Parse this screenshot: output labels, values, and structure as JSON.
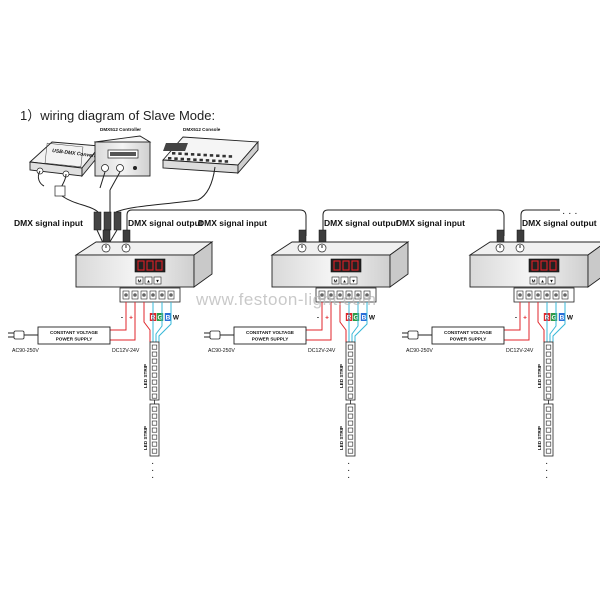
{
  "heading": "1）wiring  diagram of Slave Mode:",
  "devices": {
    "usb_dmx": "USB-DMX Converter",
    "dmx512_controller": "DMX512 Controller",
    "dmx512_console": "DMX512 Console"
  },
  "units": [
    {
      "dmx_input": "DMX signal input",
      "dmx_output": "DMX signal output",
      "power_supply": "CONSTANT VOLTAGE POWER SUPPLY",
      "ac_label": "AC90-250V",
      "dc_label": "DC12V-24V",
      "strip_label": "LED STRIP",
      "terminal_labels": [
        "-",
        "+",
        "R",
        "G",
        "B",
        "W"
      ],
      "button_labels": [
        "M",
        "▲",
        "▼"
      ]
    },
    {
      "dmx_input": "DMX signal input",
      "dmx_output": "DMX signal output",
      "power_supply": "CONSTANT VOLTAGE POWER SUPPLY",
      "ac_label": "AC90-250V",
      "dc_label": "DC12V-24V",
      "strip_label": "LED STRIP",
      "terminal_labels": [
        "-",
        "+",
        "R",
        "G",
        "B",
        "W"
      ],
      "button_labels": [
        "M",
        "▲",
        "▼"
      ]
    },
    {
      "dmx_input": "DMX signal input",
      "dmx_output": "DMX signal output",
      "power_supply": "CONSTANT VOLTAGE POWER SUPPLY",
      "ac_label": "AC90-250V",
      "dc_label": "DC12V-24V",
      "strip_label": "LED STRIP",
      "terminal_labels": [
        "-",
        "+",
        "R",
        "G",
        "B",
        "W"
      ],
      "button_labels": [
        "M",
        "▲",
        "▼"
      ]
    }
  ],
  "continuation": "· · ·",
  "watermark": "www.festoon-light.com",
  "colors": {
    "ink": "#222222",
    "red_wire": "#e0262b",
    "green_terminal": "#2e9a47",
    "blue_terminal": "#2a6fd8",
    "signal_cyan": "#37b8d8",
    "display_red": "#e01f26",
    "watermark": "#b8b8b8"
  }
}
